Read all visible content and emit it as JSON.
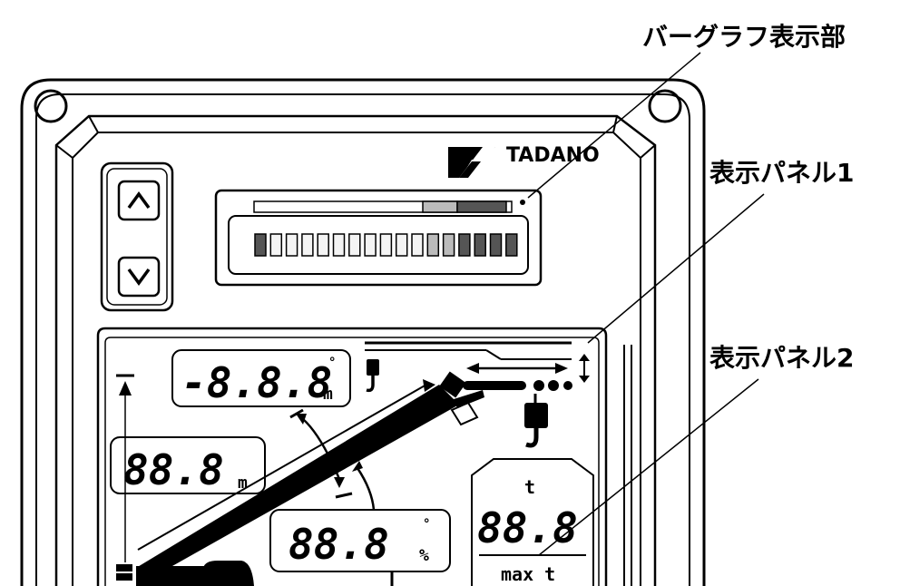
{
  "callouts": {
    "bar_graph": "バーグラフ表示部",
    "panel1": "表示パネル1",
    "panel2": "表示パネル2"
  },
  "brand": {
    "name": "TADANO"
  },
  "bar_graph": {
    "segments": [
      "dark",
      "light",
      "light",
      "light",
      "light",
      "light",
      "light",
      "light",
      "light",
      "light",
      "light",
      "mid",
      "mid",
      "dark",
      "dark",
      "dark",
      "dark"
    ]
  },
  "readouts": {
    "angle_value": "-8.8.8",
    "angle_unit_deg": "°",
    "angle_unit_m": "m",
    "length_value": "88.8",
    "length_unit": "m",
    "boom_value": "88.8",
    "boom_unit_deg": "°",
    "boom_unit_pct": "%",
    "load_unit": "t",
    "load_value": "88.8",
    "load_max_label": "max t"
  },
  "colors": {
    "ink": "#000000",
    "seg_light": "#f4f4f4",
    "seg_mid": "#bbbbbb",
    "seg_dark": "#555555"
  }
}
